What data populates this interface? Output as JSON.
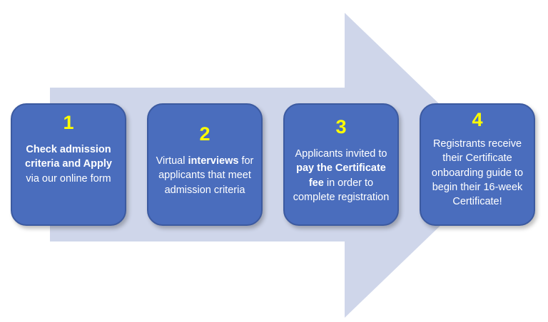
{
  "colors": {
    "arrow": "#cfd6ea",
    "box_fill": "#4a6dbd",
    "box_border": "#3c5aa0",
    "number": "#ffff00",
    "text": "#ffffff"
  },
  "steps": [
    {
      "number": "1",
      "parts": [
        {
          "text": "Check admission criteria and Apply",
          "bold": true
        },
        {
          "text": " via our online form",
          "bold": false
        }
      ]
    },
    {
      "number": "2",
      "parts": [
        {
          "text": "Virtual ",
          "bold": false
        },
        {
          "text": "interviews",
          "bold": true
        },
        {
          "text": " for applicants that meet admission criteria",
          "bold": false
        }
      ]
    },
    {
      "number": "3",
      "parts": [
        {
          "text": "Applicants invited to ",
          "bold": false
        },
        {
          "text": "pay the Certificate fee",
          "bold": true
        },
        {
          "text": " in order to complete registration",
          "bold": false
        }
      ]
    },
    {
      "number": "4",
      "parts": [
        {
          "text": "Registrants receive their Certificate onboarding guide to begin their 16-week Certificate!",
          "bold": false
        }
      ]
    }
  ]
}
